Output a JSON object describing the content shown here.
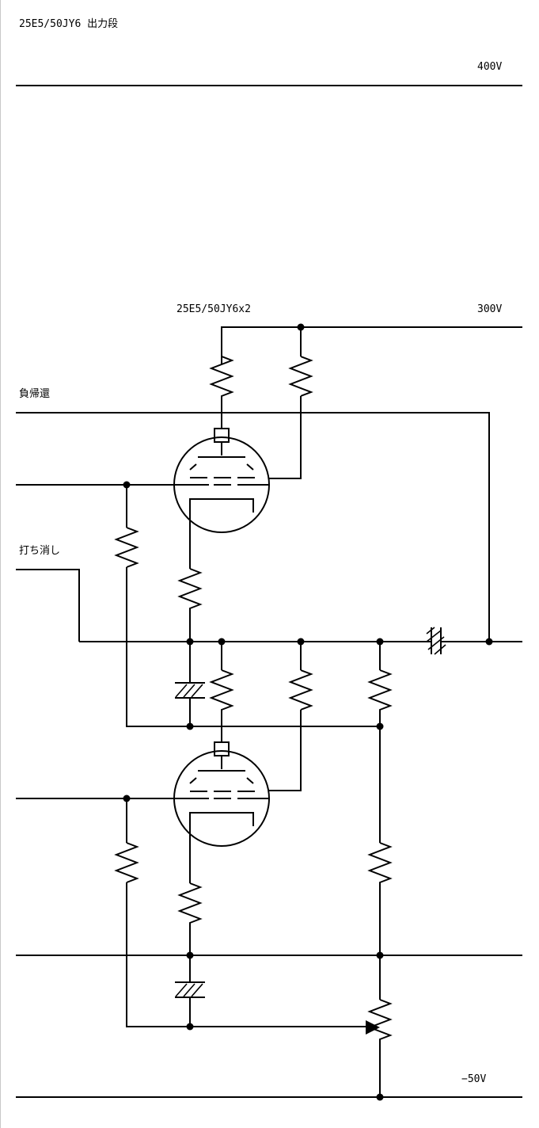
{
  "title": "25E5/50JY6  出力段",
  "rails": {
    "v400": "400V",
    "v300": "300V",
    "vneg50": "−50V"
  },
  "tube_label": "25E5/50JY6x2",
  "inputs": {
    "feedback": "負帰還",
    "cancel": "打ち消し"
  }
}
